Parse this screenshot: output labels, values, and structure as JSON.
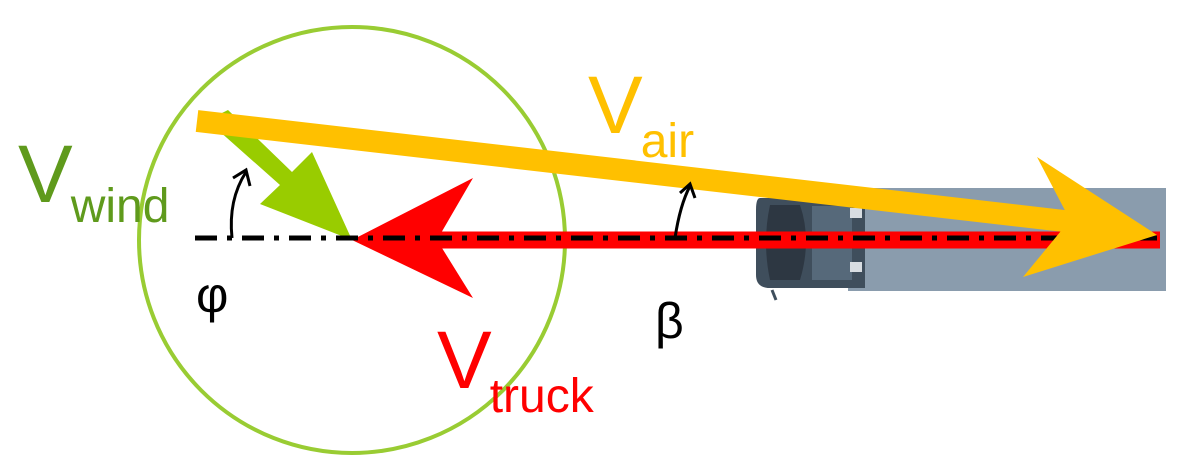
{
  "labels": {
    "wind": {
      "main": "V",
      "sub": "wind"
    },
    "air": {
      "main": "V",
      "sub": "air"
    },
    "truck": {
      "main": "V",
      "sub": "truck"
    },
    "phi": "φ",
    "beta": "β"
  },
  "colors": {
    "wind": "#5f9a1c",
    "wind_arrow": "#99cc00",
    "circle": "#99cc33",
    "air": "#ffc000",
    "truck": "#ff0000",
    "axis": "#000000",
    "truck_body": "#8a9cad",
    "truck_cab": "#3f4e5c"
  }
}
